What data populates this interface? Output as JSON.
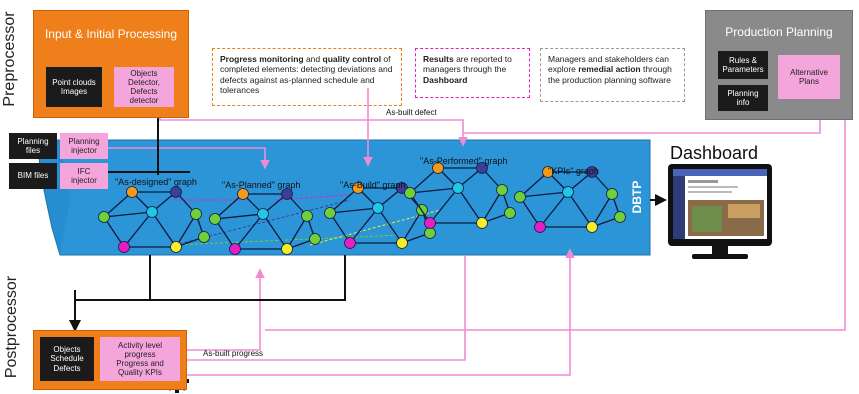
{
  "preprocessor": {
    "side_label": "Preprocessor",
    "box_title": "Input & Initial Processing",
    "point_clouds": "Point clouds\nImages",
    "detectors": "Objects\nDetector,\nDefects\ndetector"
  },
  "postprocessor": {
    "side_label": "Postprocessor",
    "objects": "Objects\nSchedule\nDefects",
    "activity": "Activity level\nprogress\nProgress and\nQuality KPIs"
  },
  "production_planning": {
    "title": "Production Planning",
    "rules": "Rules &\nParameters",
    "planning_info": "Planning\ninfo",
    "alternative_plans": "Alternative\nPlans"
  },
  "inputs": {
    "planning_files": "Planning\nfiles",
    "planning_injector": "Planning\ninjector",
    "bim_files": "BIM files",
    "ifc_injector": "IFC\ninjector"
  },
  "notes": {
    "progress_bold1": "Progress monitoring",
    "progress_mid": " and ",
    "progress_bold2": "quality control",
    "progress_rest": " of completed elements: detecting deviations and defects against as-planned schedule and tolerances",
    "results_bold1": "Results",
    "results_mid": " are reported to managers through the ",
    "results_bold2": "Dashboard",
    "managers_pre": "Managers and stakeholders can explore ",
    "managers_bold": "remedial action",
    "managers_rest": " through the production planning software"
  },
  "graphs": {
    "designed": "\"As-designed\" graph",
    "planned": "\"As-Planned\" graph",
    "build": "\"As-Build\" graph",
    "performed": "\"As-Performed\" graph",
    "kpis": "\"KPIs\" graph"
  },
  "band_label": "DBTP",
  "dashboard_title": "Dashboard",
  "arrows": {
    "as_built_defect": "As-built defect",
    "as_built_progress": "As-built progress"
  },
  "colors": {
    "orange": "#ef7f1a",
    "pink": "#f4a6dc",
    "band_blue": "#2b95d8",
    "magenta": "#e51ec8",
    "yellow": "#f4ee2a",
    "green": "#6fd13a",
    "navy": "#3b3f9a",
    "cyan": "#1ec8e6",
    "node_orange": "#f39a1a"
  }
}
